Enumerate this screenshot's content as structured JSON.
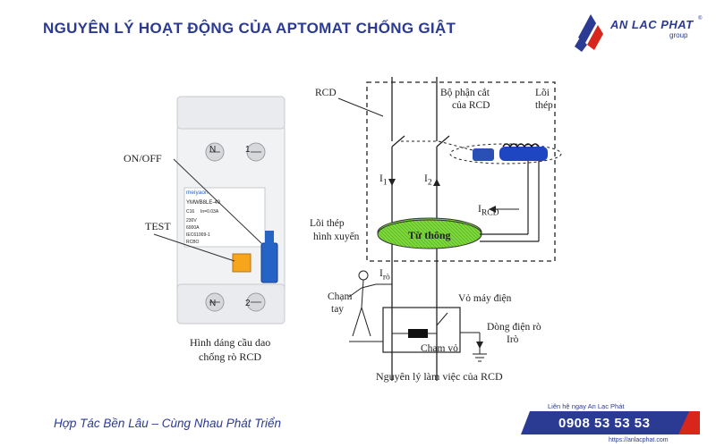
{
  "header": {
    "title": "NGUYÊN LÝ HOẠT ĐỘNG CỦA APTOMAT CHỐNG GIẬT"
  },
  "logo": {
    "name": "AN LAC PHAT",
    "sub": "group",
    "mark": "®",
    "colors": {
      "primary": "#2b3a92",
      "accent": "#d9261c"
    }
  },
  "photo": {
    "brand": "meiyaon",
    "model": "YMWB8LE-40",
    "specs": [
      "C16",
      "In=0.03A",
      "230V",
      "6000A",
      "IEC61009-1",
      "RCBO"
    ],
    "terminal_top_left": "N",
    "terminal_top_right": "1",
    "terminal_bottom_left": "N",
    "terminal_bottom_right": "2",
    "label_onoff": "ON/OFF",
    "label_test": "TEST",
    "caption_line1": "Hình dáng cầu dao",
    "caption_line2": "chống rò RCD"
  },
  "diagram": {
    "rcd": "RCD",
    "cut_unit_line1": "Bộ phận cắt",
    "cut_unit_line2": "của RCD",
    "core_line1": "Lõi",
    "core_line2": "thép",
    "toroid_line1": "Lõi thép",
    "toroid_line2": "hình xuyến",
    "flux": "Từ thông",
    "i1": "I",
    "i1_sub": "1",
    "i2": "I",
    "i2_sub": "2",
    "ircd": "I",
    "ircd_sub": "RCD",
    "iro": "I",
    "iro_sub": "rò",
    "touch_line1": "Chạm",
    "touch_line2": "tay",
    "case": "Vỏ máy điện",
    "fault_line1": "Dòng điện rò",
    "fault_line2": "Irò",
    "short_case": "Chạm vỏ",
    "caption": "Nguyên lý làm việc của RCD"
  },
  "footer": {
    "slogan": "Hợp Tác Bền Lâu – Cùng Nhau Phát Triển",
    "contact_label": "Liên hệ ngay An Lạc Phát",
    "phone": "0908 53 53 53",
    "website": "https://anlacphat.com"
  }
}
